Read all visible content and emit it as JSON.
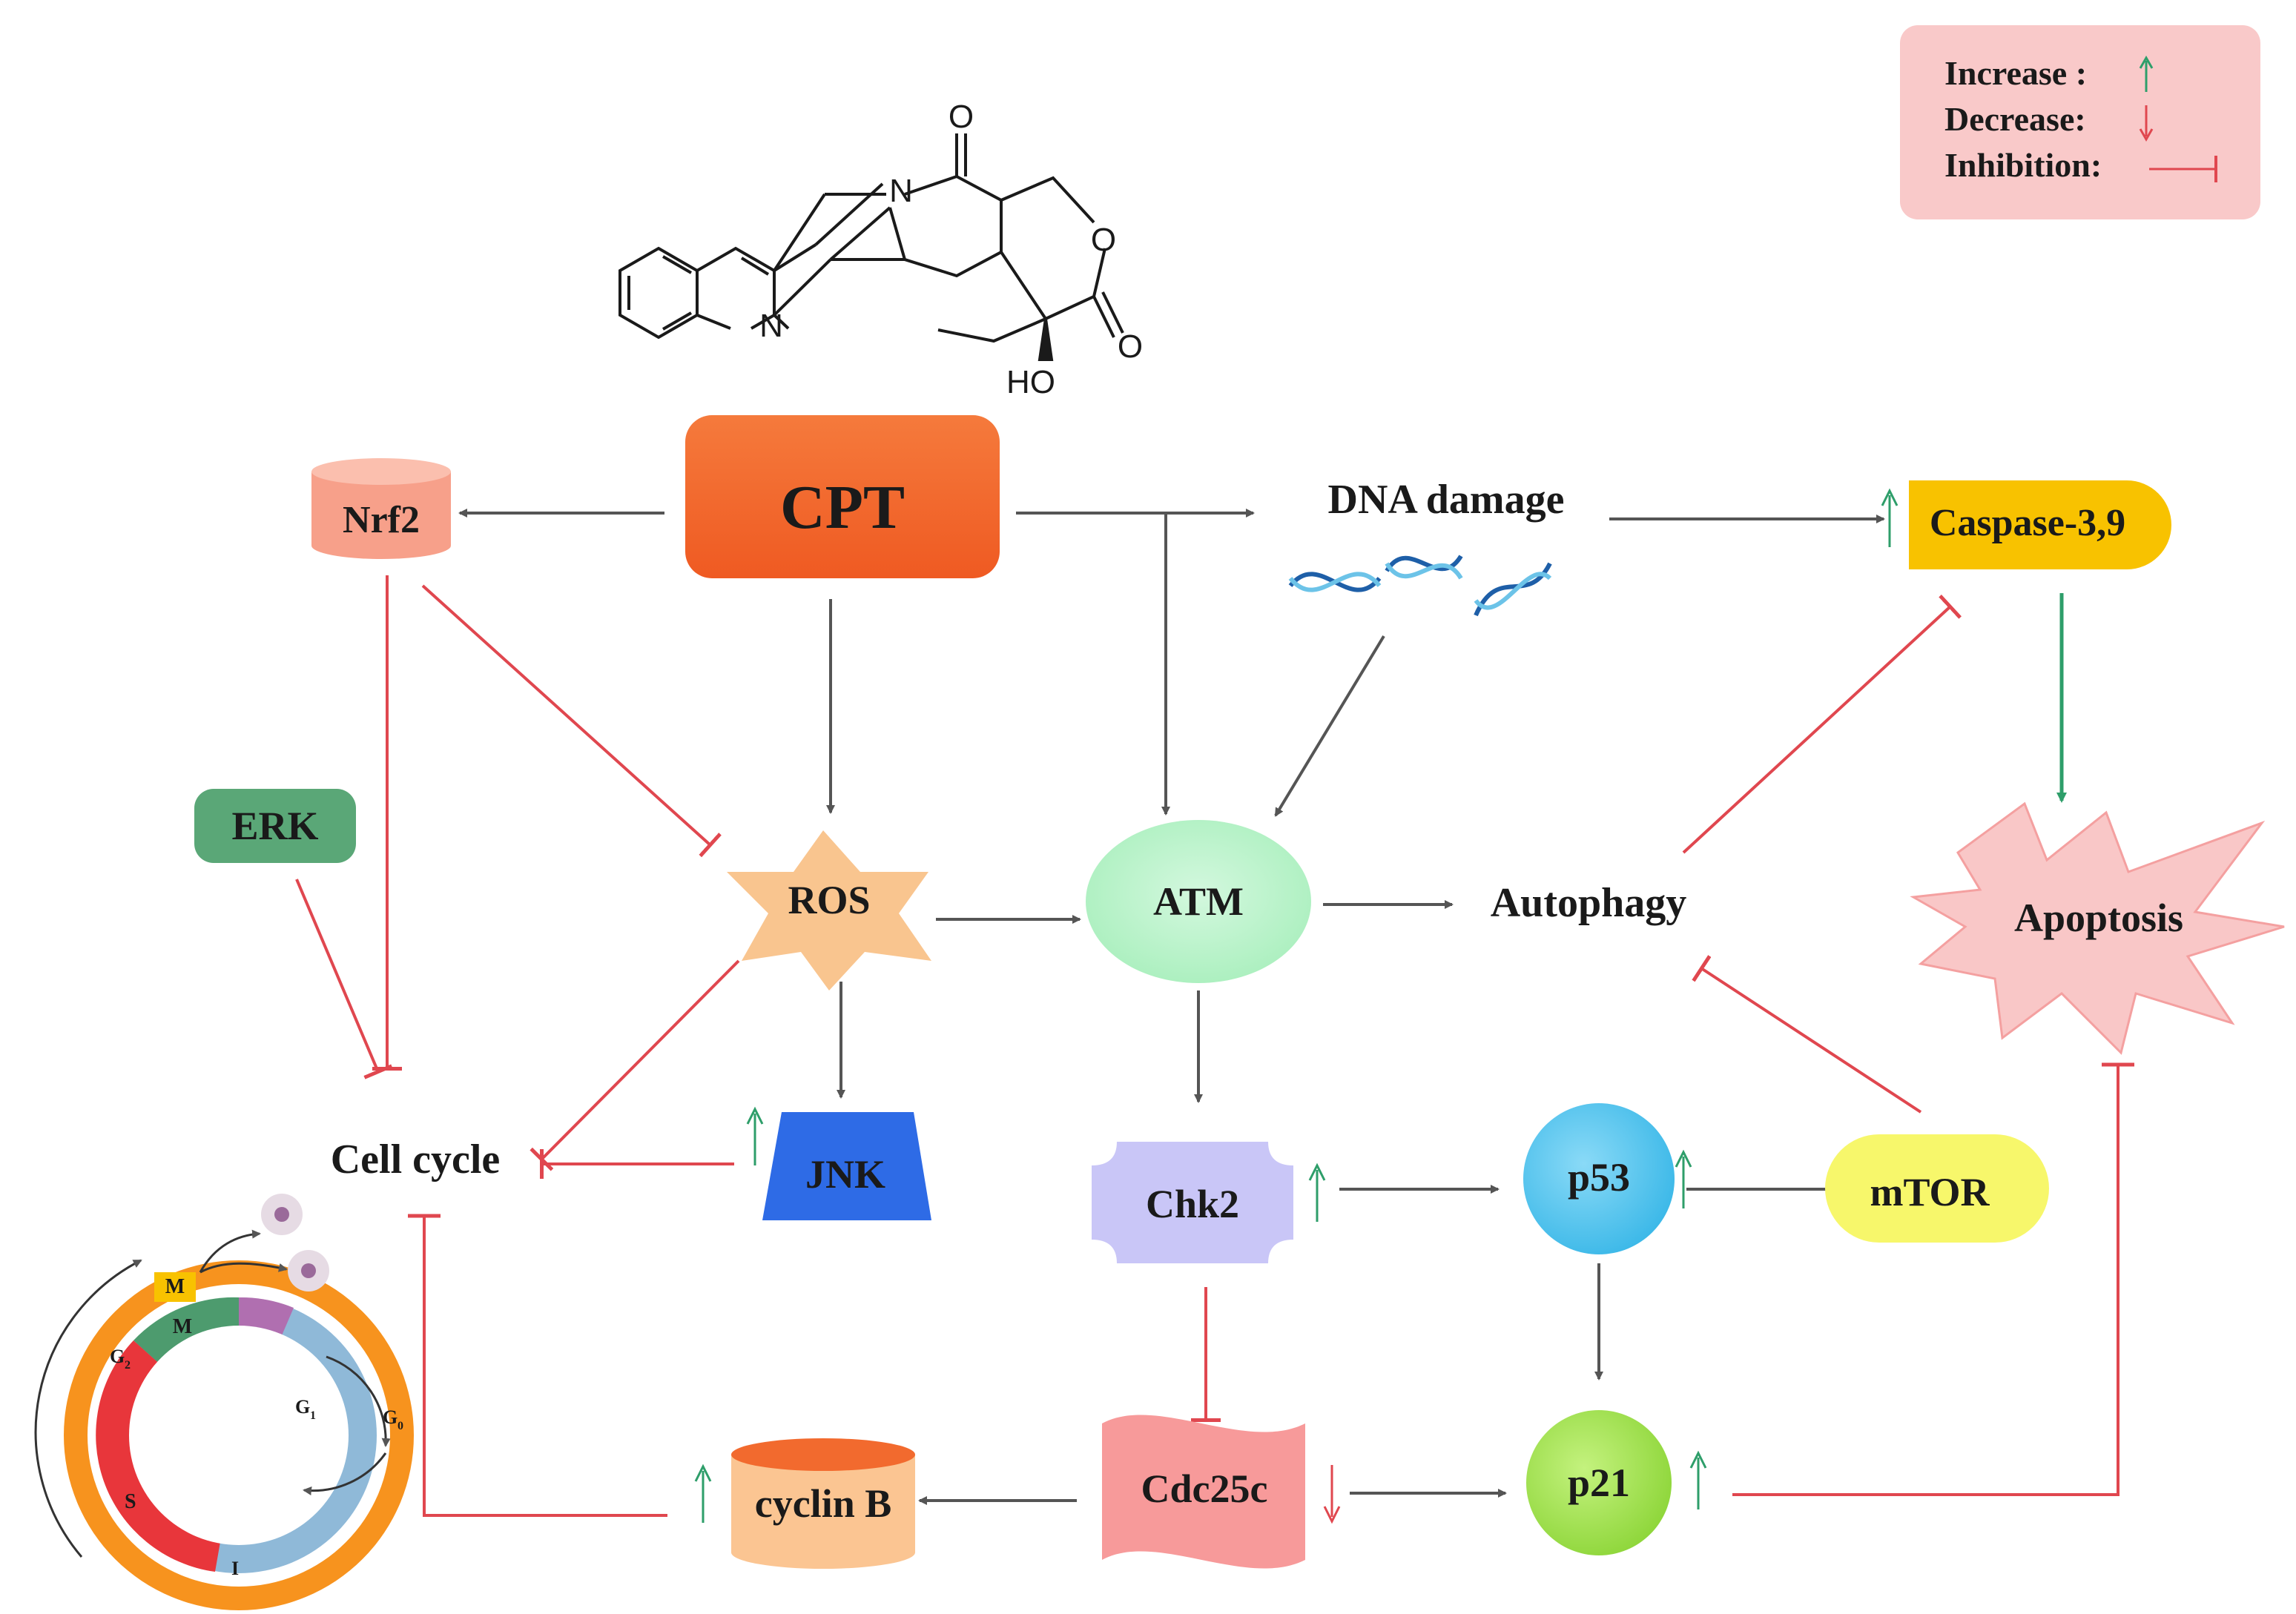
{
  "legend": {
    "increase": "Increase :",
    "decrease": "Decrease:",
    "inhibition": "Inhibition:"
  },
  "molecule": {
    "atom_o_top": "O",
    "atom_n_ring": "N",
    "atom_n_quinoline": "N",
    "atom_o_ring": "O",
    "atom_o_carbonyl": "O",
    "atom_ho": "HO"
  },
  "nodes": {
    "cpt": "CPT",
    "nrf2": "Nrf2",
    "dna_damage": "DNA damage",
    "caspase": "Caspase-3,9",
    "erk": "ERK",
    "ros": "ROS",
    "atm": "ATM",
    "autophagy": "Autophagy",
    "apoptosis": "Apoptosis",
    "cell_cycle": "Cell cycle",
    "jnk": "JNK",
    "chk2": "Chk2",
    "p53": "p53",
    "mtor": "mTOR",
    "cdc25c": "Cdc25c",
    "p21": "p21",
    "cyclin_b": "cyclin B"
  },
  "cell_cycle_diagram": {
    "outer_m": "M",
    "inner_m": "M",
    "g2": "G",
    "g2_sub": "2",
    "g1": "G",
    "g1_sub": "1",
    "g0": "G",
    "g0_sub": "0",
    "s": "S",
    "i": "I"
  },
  "colors": {
    "inhibit_red": "#e0474f",
    "increase_green": "#2e9e6a",
    "decrease_red": "#e0474f",
    "arrow_gray": "#555555",
    "cpt": "#f26a2e",
    "nrf2": "#f7a08a",
    "caspase": "#f8c200",
    "erk": "#5aa777",
    "ros": "#f9c58f",
    "atm": "#b7f2c8",
    "apoptosis": "#f9c7c7",
    "jnk": "#2e6be6",
    "chk2": "#c9c6f7",
    "p53": "#5ac8f0",
    "mtor": "#f7f76b",
    "cdc25c": "#f79a9a",
    "p21": "#9fe34a",
    "cyclin_b": "#fbc592",
    "legend_bg": "#f9c9c9"
  }
}
